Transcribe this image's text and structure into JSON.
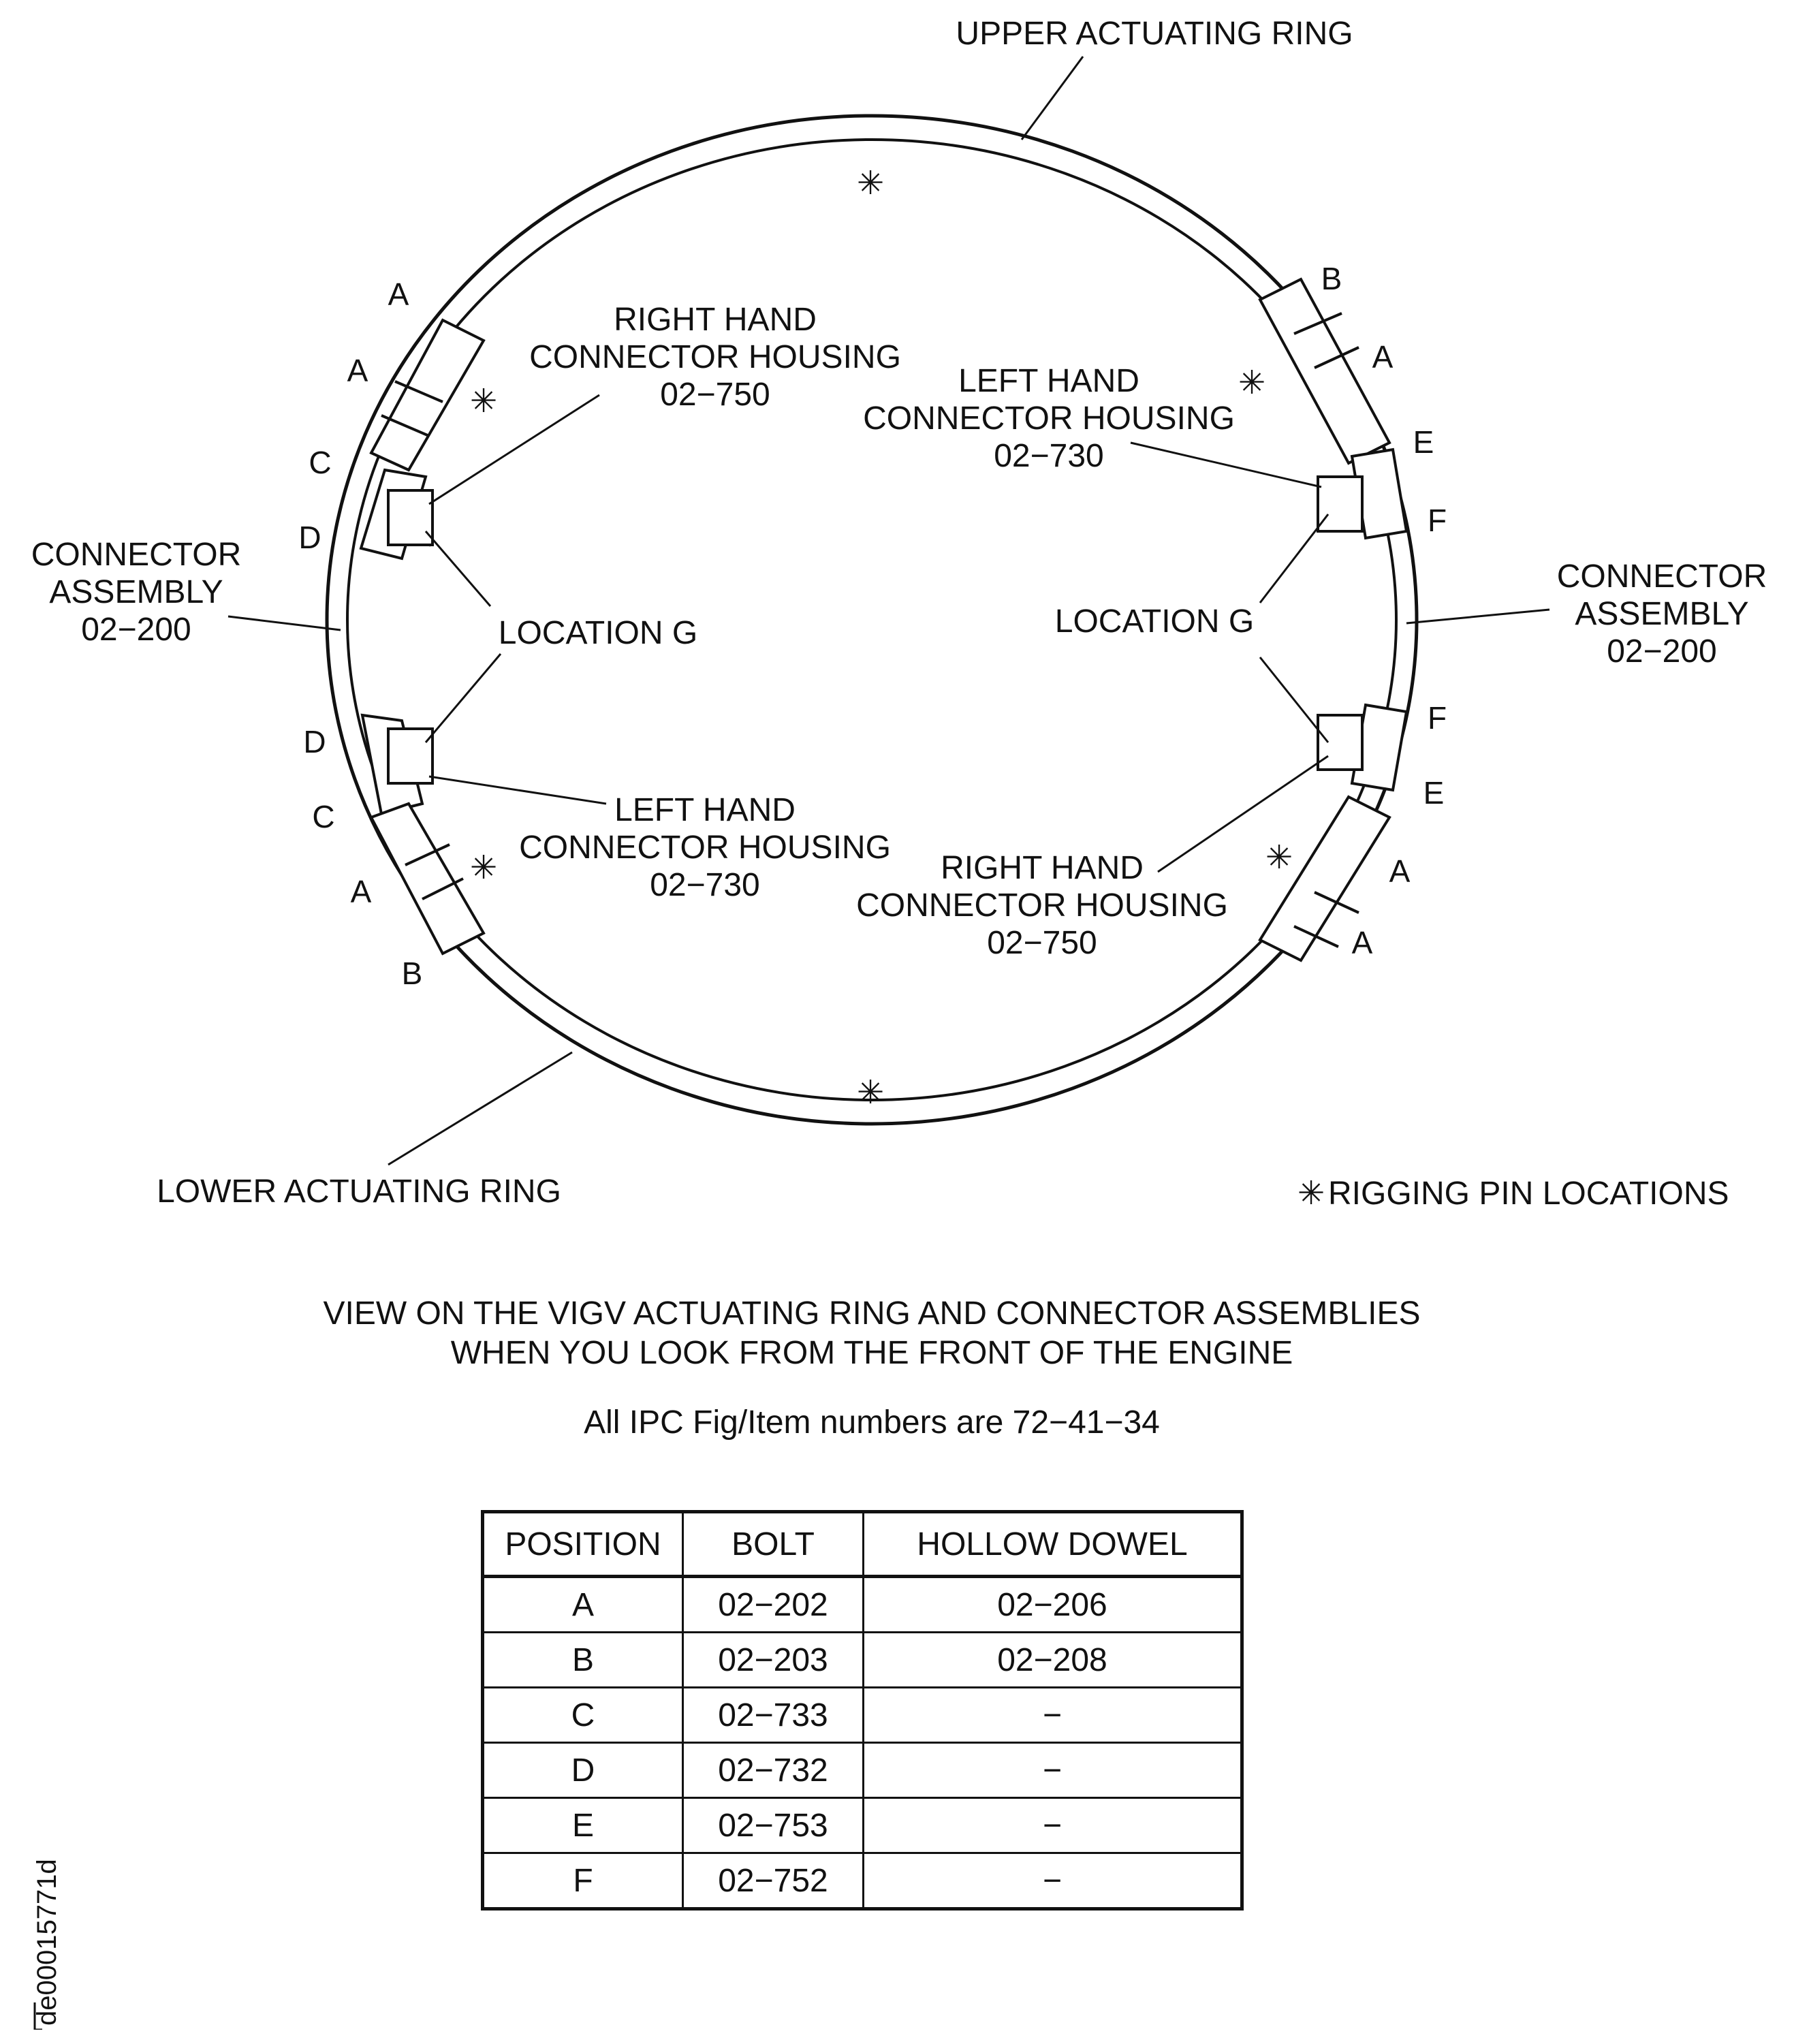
{
  "labels": {
    "upper_ring": "UPPER ACTUATING RING",
    "lower_ring": "LOWER ACTUATING RING",
    "right_hand_housing_750": [
      "RIGHT HAND",
      "CONNECTOR HOUSING",
      "02−750"
    ],
    "left_hand_housing_730": [
      "LEFT HAND",
      "CONNECTOR HOUSING",
      "02−730"
    ],
    "connector_assembly": [
      "CONNECTOR",
      "ASSEMBLY",
      "02−200"
    ],
    "location_g": "LOCATION G",
    "rigging_pin_legend": "RIGGING PIN LOCATIONS",
    "rigging_pin_symbol": "✳"
  },
  "position_letters": {
    "left": [
      "A",
      "A",
      "C",
      "D",
      "D",
      "C",
      "A",
      "B"
    ],
    "right": [
      "B",
      "A",
      "E",
      "F",
      "F",
      "E",
      "A",
      "A"
    ]
  },
  "caption": {
    "title_line1": "VIEW ON THE VIGV ACTUATING RING AND CONNECTOR ASSEMBLIES",
    "title_line2": "WHEN YOU LOOK FROM THE FRONT OF THE ENGINE",
    "ipc_note": "All IPC Fig/Item numbers are 72−41−34"
  },
  "table": {
    "headers": [
      "POSITION",
      "BOLT",
      "HOLLOW DOWEL"
    ],
    "rows": [
      [
        "A",
        "02−202",
        "02−206"
      ],
      [
        "B",
        "02−203",
        "02−208"
      ],
      [
        "C",
        "02−733",
        "−"
      ],
      [
        "D",
        "02−732",
        "−"
      ],
      [
        "E",
        "02−753",
        "−"
      ],
      [
        "F",
        "02−752",
        "−"
      ]
    ]
  },
  "document_id": "de00015771d"
}
